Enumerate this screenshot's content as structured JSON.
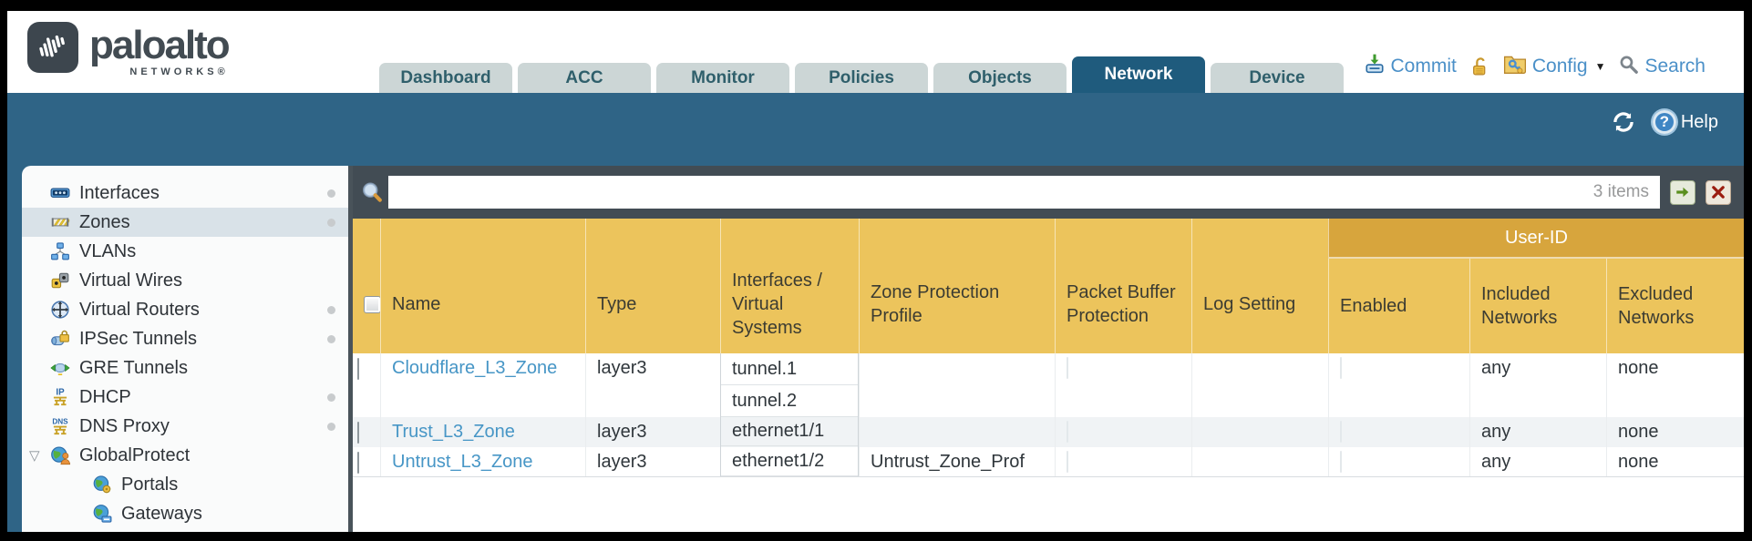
{
  "brand": {
    "name": "paloalto",
    "sub": "NETWORKS®"
  },
  "tabs": [
    {
      "label": "Dashboard",
      "active": false
    },
    {
      "label": "ACC",
      "active": false
    },
    {
      "label": "Monitor",
      "active": false
    },
    {
      "label": "Policies",
      "active": false
    },
    {
      "label": "Objects",
      "active": false
    },
    {
      "label": "Network",
      "active": true
    },
    {
      "label": "Device",
      "active": false
    }
  ],
  "top_actions": {
    "commit": "Commit",
    "config": "Config",
    "search": "Search"
  },
  "band": {
    "help_label": "Help"
  },
  "sidebar": {
    "items": [
      {
        "label": "Interfaces",
        "dot": true
      },
      {
        "label": "Zones",
        "dot": true,
        "selected": true
      },
      {
        "label": "VLANs"
      },
      {
        "label": "Virtual Wires"
      },
      {
        "label": "Virtual Routers",
        "dot": true
      },
      {
        "label": "IPSec Tunnels",
        "dot": true
      },
      {
        "label": "GRE Tunnels"
      },
      {
        "label": "DHCP",
        "dot": true
      },
      {
        "label": "DNS Proxy",
        "dot": true
      },
      {
        "label": "GlobalProtect",
        "expandable": true
      },
      {
        "label": "Portals",
        "child": true
      },
      {
        "label": "Gateways",
        "child": true
      }
    ]
  },
  "filter": {
    "value": "",
    "count_label": "3 items"
  },
  "table": {
    "columns": [
      "Name",
      "Type",
      "Interfaces / Virtual Systems",
      "Zone Protection Profile",
      "Packet Buffer Protection",
      "Log Setting"
    ],
    "user_id": {
      "label": "User-ID",
      "columns": [
        "Enabled",
        "Included Networks",
        "Excluded Networks"
      ]
    },
    "rows": [
      {
        "name": "Cloudflare_L3_Zone",
        "type": "layer3",
        "interfaces": [
          "tunnel.1",
          "tunnel.2"
        ],
        "zone_protection_profile": "",
        "log_setting": "",
        "included_networks": "any",
        "excluded_networks": "none"
      },
      {
        "name": "Trust_L3_Zone",
        "type": "layer3",
        "interfaces": [
          "ethernet1/1"
        ],
        "zone_protection_profile": "",
        "log_setting": "",
        "included_networks": "any",
        "excluded_networks": "none"
      },
      {
        "name": "Untrust_L3_Zone",
        "type": "layer3",
        "interfaces": [
          "ethernet1/2"
        ],
        "zone_protection_profile": "Untrust_Zone_Prof",
        "log_setting": "",
        "included_networks": "any",
        "excluded_networks": "none"
      }
    ]
  },
  "colors": {
    "accent_teal": "#2f6486",
    "header_gold": "#ecc45c",
    "user_id_gold": "#d7a53d",
    "link_blue": "#4796c6",
    "filter_bar": "#424c54"
  }
}
